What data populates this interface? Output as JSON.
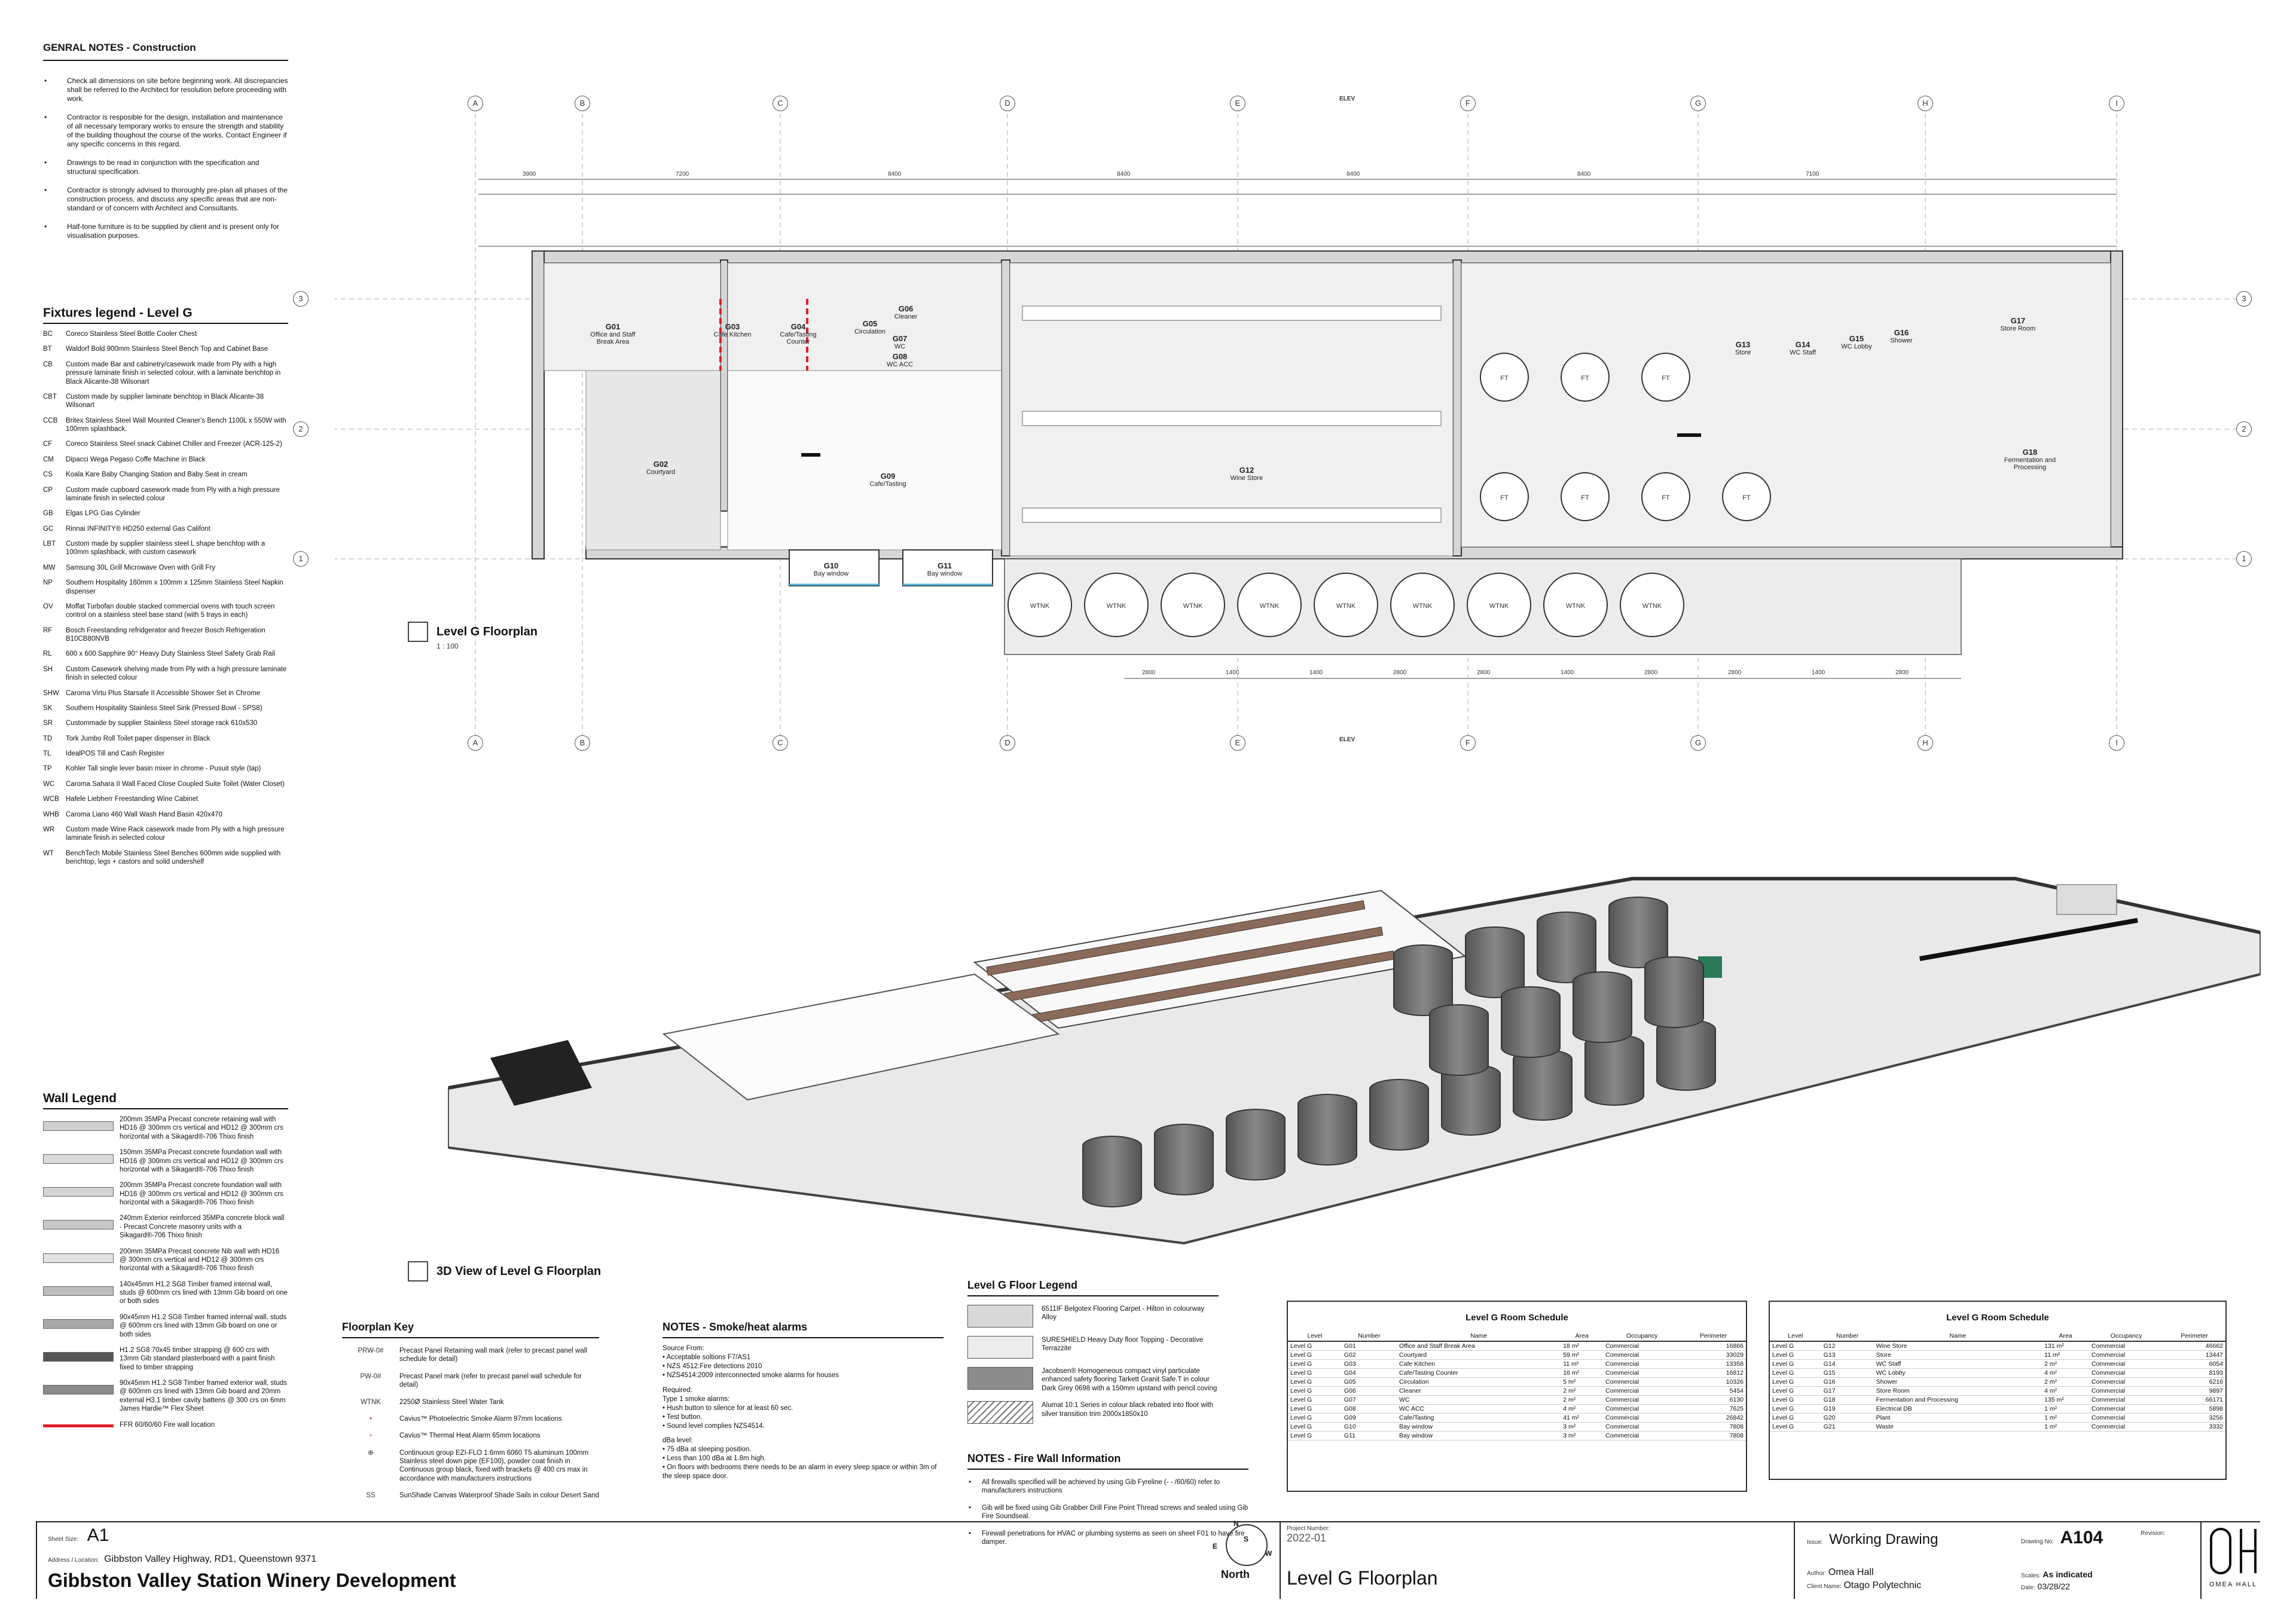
{
  "general_notes": {
    "title": "GENRAL NOTES - Construction",
    "items": [
      "Check all dimensions on site before beginning work. All discrepancies shall be referred to the Architect for resolution before proceeding with work.",
      "Contractor is resposible for the design, installation and maintenance of all necessary temporary works to ensure the strength and stability of the building thoughout the course of the works. Contact Engineer if any specific concerns in this regard.",
      "Drawings to be read in conjunction with the specification and structural specification.",
      "Contractor is strongly advised to thoroughly pre-plan all phases of the construction process, and discuss any specific areas that are non-standard or of concern with Architect and Consultants.",
      "Half-tone furniture is to be supplied by client and is present only for visualisation purposes."
    ]
  },
  "fixtures_legend": {
    "title": "Fixtures legend - Level G",
    "items": [
      {
        "code": "BC",
        "desc": "Coreco Stainless Steel Bottle Cooler Chest"
      },
      {
        "code": "BT",
        "desc": "Waldorf Bold 900mm Stainless Steel Bench Top and Cabinet Base"
      },
      {
        "code": "CB",
        "desc": "Custom made Bar and cabinetry/casework made from Ply with a high pressure laminate finish in selected colour, with a laminate benchtop in Black Alicante-38 Wilsonart"
      },
      {
        "code": "CBT",
        "desc": "Custom made by supplier laminate benchtop in Black Alicante-38 Wilsonart"
      },
      {
        "code": "CCB",
        "desc": "Britex Stainless Steel Wall Mounted Cleaner's Bench 1100L x 550W with 100mm splashback."
      },
      {
        "code": "CF",
        "desc": "Coreco Stainless Steel snack Cabinet Chiller and Freezer (ACR-125-2)"
      },
      {
        "code": "CM",
        "desc": "Dipacci Wega Pegaso Coffe Machine in Black"
      },
      {
        "code": "CS",
        "desc": "Koala Kare Baby Changing Station and Baby Seat in cream"
      },
      {
        "code": "CP",
        "desc": "Custom made cupboard casework made from Ply with a high pressure laminate finish in selected colour"
      },
      {
        "code": "GB",
        "desc": "Elgas LPG Gas Cylinder"
      },
      {
        "code": "GC",
        "desc": "Rinnai INFINITY® HD250 external Gas Califont"
      },
      {
        "code": "LBT",
        "desc": "Custom made by supplier stainless steel L shape benchtop with a 100mm splashback, with custom casework"
      },
      {
        "code": "MW",
        "desc": "Samsung 30L Grill Microwave Oven with Grill Fry"
      },
      {
        "code": "NP",
        "desc": "Southern Hospitality 160mm x 100mm x 125mm Stainless Steel Napkin dispenser"
      },
      {
        "code": "OV",
        "desc": "Moffat Turbofan double stacked commercial ovens with touch screen control on a stainless steel base stand (with 5 trays in each)"
      },
      {
        "code": "RF",
        "desc": "Bosch Freestanding refridgerator and freezer Bosch Refrigeration B10CB80NVB"
      },
      {
        "code": "RL",
        "desc": "600 x 600 Sapphire 90° Heavy Duty Stainless Steel Safety Grab Rail"
      },
      {
        "code": "SH",
        "desc": "Custom Casework shelving made from Ply with a high pressure laminate finish in selected colour"
      },
      {
        "code": "SHW",
        "desc": "Caroma Virtu Plus Starsafe II Accessible Shower Set in Chrome"
      },
      {
        "code": "SK",
        "desc": "Southern Hospitality Stainless Steel Sink (Pressed Bowl - SPS8)"
      },
      {
        "code": "SR",
        "desc": "Custommade by supplier Stainless Steel storage rack 610x530"
      },
      {
        "code": "TD",
        "desc": "Tork Jumbo Roll Toilet paper dispenser in Black"
      },
      {
        "code": "TL",
        "desc": "IdealPOS Till and Cash Register"
      },
      {
        "code": "TP",
        "desc": "Kohler Tall single lever basin mixer in chrome - Pusuit style (tap)"
      },
      {
        "code": "WC",
        "desc": "Caroma Sahara II Wall Faced Close Coupled Suite Toilet (Water Closet)"
      },
      {
        "code": "WCB",
        "desc": "Hafele Liebherr Freestanding Wine Cabinet"
      },
      {
        "code": "WHB",
        "desc": "Caroma Liano 460 Wall Wash Hand Basin 420x470"
      },
      {
        "code": "WR",
        "desc": "Custom made Wine Rack casework made from Ply with a high pressure laminate finish in selected colour"
      },
      {
        "code": "WT",
        "desc": "BenchTech Mobile Stainless Steel Benches 600mm wide supplied with benchtop, legs + castors and solid undershelf"
      }
    ]
  },
  "wall_legend": {
    "title": "Wall Legend",
    "items": [
      {
        "desc": "200mm 35MPa Precast concrete retaining wall with HD16 @ 300mm crs vertical and HD12 @ 300mm crs horizontal with a Sikagard®-706 Thixo finish",
        "swatch": "#d0d0d0"
      },
      {
        "desc": "150mm 35MPa Precast concrete foundation wall with HD16 @ 300mm crs vertical and HD12 @ 300mm crs horizontal with a Sikagard®-706 Thixo finish",
        "swatch": "#dadada"
      },
      {
        "desc": "200mm 35MPa Precast concrete foundation wall with HD16 @ 300mm crs vertical and HD12 @ 300mm crs horizontal with a Sikagard®-706 Thixo finish",
        "swatch": "#d4d4d4"
      },
      {
        "desc": "240mm Exterior reinforced 35MPa concrete block wall - Precast Concrete masonry units with a Sikagard®-706 Thixo finish",
        "swatch": "#c8c8c8"
      },
      {
        "desc": "200mm 35MPa Precast concrete Nib wall with HD16 @ 300mm crs vertical and HD12 @ 300mm crs horizontal with a Sikagard®-706 Thixo finish",
        "swatch": "#e2e2e2"
      },
      {
        "desc": "140x45mm H1.2 SG8 Timber framed internal wall, studs @ 600mm crs lined with 13mm Gib board on one or both sides",
        "swatch": "#bdbdbd"
      },
      {
        "desc": "90x45mm H1.2 SG8 Timber framed internal wall, studs @ 600mm crs lined with 13mm Gib board on one or both sides",
        "swatch": "#a8a8a8"
      },
      {
        "desc": "H1.2 SG8 70x45 timber strapping @ 600 crs with 13mm Gib standard plasterboard with a paint finish fixed to timber strapping",
        "swatch": "#555555"
      },
      {
        "desc": "90x45mm H1.2 SG8 Timber framed exterior wall, studs @ 600mm crs lined with 13mm Gib board and 20mm external H3.1 timber cavity battens @ 300 crs on 6mm James Hardie™ Flex Sheet",
        "swatch": "#8a8a8a"
      },
      {
        "desc": "FFR 60/60/60 Fire wall location",
        "swatch": "#e0202a"
      }
    ]
  },
  "floorplan": {
    "caption": "Level G Floorplan",
    "scale": "1 : 100",
    "grid_cols": [
      "A",
      "B",
      "C",
      "D",
      "E",
      "F",
      "G",
      "H",
      "I"
    ],
    "grid_rows": [
      "3",
      "2",
      "1"
    ],
    "top_dims": [
      "3900",
      "7200",
      "8400",
      "8400",
      "8400",
      "8400",
      "7100"
    ],
    "bottom_dims": [
      "2800",
      "1400",
      "1400",
      "2800",
      "2800",
      "1400",
      "2800",
      "2800",
      "1400",
      "2800"
    ],
    "rooms": [
      {
        "num": "G01",
        "name": "Office and Staff Break Area"
      },
      {
        "num": "G02",
        "name": "Courtyard"
      },
      {
        "num": "G03",
        "name": "Cafe Kitchen"
      },
      {
        "num": "G04",
        "name": "Cafe/Tasting Counter"
      },
      {
        "num": "G05",
        "name": "Circulation"
      },
      {
        "num": "G06",
        "name": "Cleaner"
      },
      {
        "num": "G07",
        "name": "WC"
      },
      {
        "num": "G08",
        "name": "WC ACC"
      },
      {
        "num": "G09",
        "name": "Cafe/Tasting"
      },
      {
        "num": "G10",
        "name": "Bay window"
      },
      {
        "num": "G11",
        "name": "Bay window"
      },
      {
        "num": "G12",
        "name": "Wine Store"
      },
      {
        "num": "G13",
        "name": "Store"
      },
      {
        "num": "G14",
        "name": "WC Staff"
      },
      {
        "num": "G15",
        "name": "WC Lobby"
      },
      {
        "num": "G16",
        "name": "Shower"
      },
      {
        "num": "G17",
        "name": "Store Room"
      },
      {
        "num": "G18",
        "name": "Fermentation and Processing"
      }
    ],
    "tank_label_ft": "FT",
    "tank_label_wtnk": "WTNK",
    "elev_label": "ELEV"
  },
  "view3d": {
    "caption": "3D View of Level G Floorplan"
  },
  "floorplan_key": {
    "title": "Floorplan Key",
    "items": [
      {
        "sym": "PRW-0#",
        "desc": "Precast Panel Retaining wall mark (refer to precast panel wall schedule for detail)"
      },
      {
        "sym": "PW-0#",
        "desc": "Precast Panel mark (refer to precast panel wall schedule for detail)"
      },
      {
        "sym": "WTNK",
        "desc": "2250Ø Stainless Steel Water Tank"
      },
      {
        "sym": "•",
        "desc": "Cavius™ Photoelectric Smoke Alarm 97mm locations"
      },
      {
        "sym": "∘",
        "desc": "Cavius™ Thermal Heat Alarm 65mm locations"
      },
      {
        "sym": "⊕",
        "desc": "Continuous group EZI-FLO 1.6mm 6060 T5 aluminum 100mm Stainless steel down pipe (EF100), powder coat finish in Continuous group black, fixed with brackets @ 400 crs max in accordance with manufacturers instructions"
      },
      {
        "sym": "SS",
        "desc": "SunShade Canvas Waterproof Shade Sails in colour Desert Sand"
      }
    ]
  },
  "smoke_notes": {
    "title": "NOTES - Smoke/heat alarms",
    "lines": [
      "Source From:",
      "•    Acceptable soltions F7/AS1",
      "•    NZS 4512:Fire detections 2010",
      "•    NZS4514:2009 interconnected smoke alarms for houses",
      "",
      "Required:",
      "Type 1 smoke alarms:",
      "•    Hush button to silence for at least 60 sec.",
      "•    Test button.",
      "•    Sound level complies NZS4514.",
      "",
      "dBa level:",
      "•    75 dBa at sleeping position.",
      "•    Less than 100 dBa at 1.8m high.",
      "•    On floors with bedrooms there needs to be an alarm in every sleep space or within 3m of the sleep space door."
    ]
  },
  "floor_legend": {
    "title": "Level G Floor Legend",
    "items": [
      {
        "desc": "6511IF Belgotex Flooring Carpet - Hilton in colourway Alloy",
        "swatch": "#d8d8d8"
      },
      {
        "desc": "SURESHIELD Heavy Duty floor Topping - Decorative Terrazzite",
        "swatch": "#ececec"
      },
      {
        "desc": "Jacobsen® Homogeneous compact vinyl particulate enhanced safety flooring Tarkett Granit Safe.T in colour Dark Grey 0698 with a 150mm upstand with pencil coving",
        "swatch": "#8c8c8c"
      },
      {
        "desc": "Alumat 10:1 Series in colour black rebated into floor with silver transition trim 2000x1850x10",
        "swatch": "#f4f4f4"
      }
    ]
  },
  "fire_notes": {
    "title": "NOTES - Fire Wall Information",
    "items": [
      "All firewalls specified will be achieved by using Gib Fyreline (- - /60/60) refer to manufacturers instructions",
      "Gib will be fixed using Gib Grabber Drill Fine Point Thread screws and sealed using Gib Fire Soundseal.",
      "Firewall penetrations for HVAC or plumbing systems as seen on sheet F01 to have fire damper."
    ]
  },
  "schedule1": {
    "title": "Level G Room Schedule",
    "headers": [
      "Level",
      "Number",
      "Name",
      "Area",
      "Occupancy",
      "Perimeter"
    ],
    "rows": [
      [
        "Level G",
        "G01",
        "Office and Staff Break Area",
        "18 m²",
        "Commercial",
        "16866"
      ],
      [
        "Level G",
        "G02",
        "Courtyard",
        "59 m²",
        "Commercial",
        "33029"
      ],
      [
        "Level G",
        "G03",
        "Cafe Kitchen",
        "11 m²",
        "Commercial",
        "13358"
      ],
      [
        "Level G",
        "G04",
        "Cafe/Tasting Counter",
        "16 m²",
        "Commercial",
        "16812"
      ],
      [
        "Level G",
        "G05",
        "Circulation",
        "5 m²",
        "Commercial",
        "10326"
      ],
      [
        "Level G",
        "G06",
        "Cleaner",
        "2 m²",
        "Commercial",
        "5454"
      ],
      [
        "Level G",
        "G07",
        "WC",
        "2 m²",
        "Commercial",
        "6130"
      ],
      [
        "Level G",
        "G08",
        "WC ACC",
        "4 m²",
        "Commercial",
        "7625"
      ],
      [
        "Level G",
        "G09",
        "Cafe/Tasting",
        "41 m²",
        "Commercial",
        "26842"
      ],
      [
        "Level G",
        "G10",
        "Bay window",
        "3 m²",
        "Commercial",
        "7808"
      ],
      [
        "Level G",
        "G11",
        "Bay window",
        "3 m²",
        "Commercial",
        "7808"
      ]
    ]
  },
  "schedule2": {
    "title": "Level G Room Schedule",
    "headers": [
      "Level",
      "Number",
      "Name",
      "Area",
      "Occupancy",
      "Perimeter"
    ],
    "rows": [
      [
        "Level G",
        "G12",
        "Wine Store",
        "131 m²",
        "Commercial",
        "46662"
      ],
      [
        "Level G",
        "G13",
        "Store",
        "11 m²",
        "Commercial",
        "13447"
      ],
      [
        "Level G",
        "G14",
        "WC Staff",
        "2 m²",
        "Commercial",
        "6054"
      ],
      [
        "Level G",
        "G15",
        "WC Lobby",
        "4 m²",
        "Commercial",
        "8193"
      ],
      [
        "Level G",
        "G16",
        "Shower",
        "2 m²",
        "Commercial",
        "6216"
      ],
      [
        "Level G",
        "G17",
        "Store Room",
        "4 m²",
        "Commercial",
        "9897"
      ],
      [
        "Level G",
        "G18",
        "Fermentation and Processing",
        "135 m²",
        "Commercial",
        "66171"
      ],
      [
        "Level G",
        "G19",
        "Electrical DB",
        "1 m²",
        "Commercial",
        "5898"
      ],
      [
        "Level G",
        "G20",
        "Plant",
        "1 m²",
        "Commercial",
        "3256"
      ],
      [
        "Level G",
        "G21",
        "Waste",
        "1 m²",
        "Commercial",
        "3332"
      ]
    ]
  },
  "title_block": {
    "sheet_size_label": "Sheet Size:",
    "sheet_size": "A1",
    "address_label": "Address / Location:",
    "address": "Gibbston Valley Highway, RD1, Queenstown 9371",
    "project_title": "Gibbston Valley Station Winery Development",
    "north_label": "North",
    "compass": [
      "N",
      "E",
      "S",
      "W"
    ],
    "project_number_label": "Project Number:",
    "project_number": "2022-01",
    "drawing_title": "Level G Floorplan",
    "issue_label": "Issue:",
    "issue": "Working Drawing",
    "author_label": "Author:",
    "author": "Omea Hall",
    "client_label": "Client Name:",
    "client": "Otago Polytechnic",
    "drawing_no_label": "Drawing No:",
    "drawing_no": "A104",
    "revision_label": "Revision:",
    "scales_label": "Scales:",
    "scales": "As indicated",
    "date_label": "Date:",
    "date": "03/28/22",
    "logo_text": "OMEA HALL"
  }
}
